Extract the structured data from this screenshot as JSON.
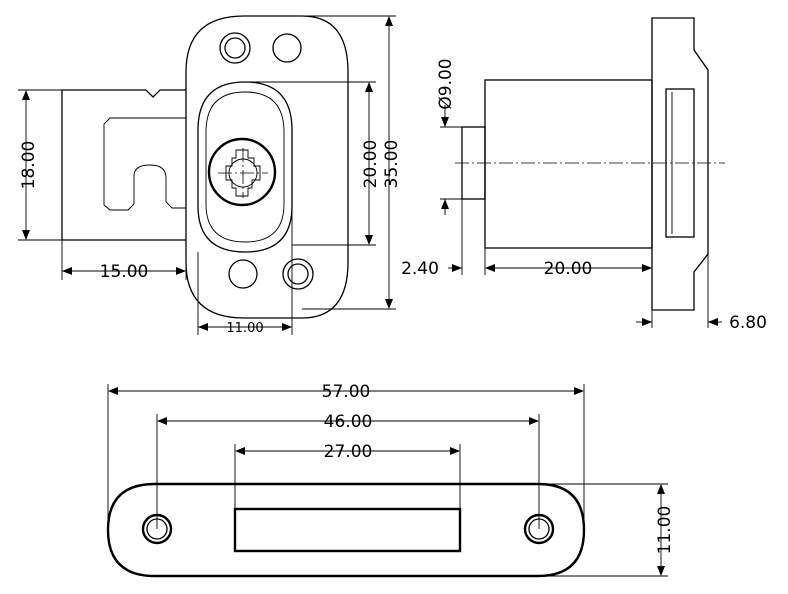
{
  "dimensions": {
    "height_left": "18.00",
    "offset_left": "15.00",
    "slot_width": "11.00",
    "slot_height": "20.00",
    "body_height": "35.00",
    "diameter": "Ø9.00",
    "lip": "2.40",
    "body_length": "20.00",
    "flange": "6.80",
    "strike_total": "57.00",
    "strike_holes": "46.00",
    "strike_slot": "27.00",
    "strike_height": "11.00"
  }
}
